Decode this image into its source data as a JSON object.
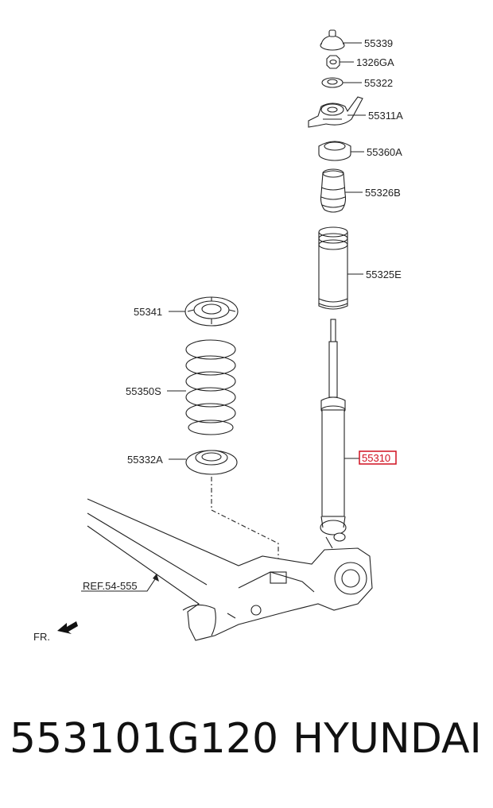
{
  "diagram": {
    "labels": {
      "p55339": "55339",
      "p1326GA": "1326GA",
      "p55322": "55322",
      "p55311A": "55311A",
      "p55360A": "55360A",
      "p55326B": "55326B",
      "p55325E": "55325E",
      "p55341": "55341",
      "p55350S": "55350S",
      "p55332A": "55332A",
      "p55310": "55310",
      "ref": "REF.54-555",
      "front": "FR."
    },
    "highlight_color": "#d01020"
  },
  "caption": {
    "part_number": "553101G120",
    "brand": "HYUNDAI"
  }
}
